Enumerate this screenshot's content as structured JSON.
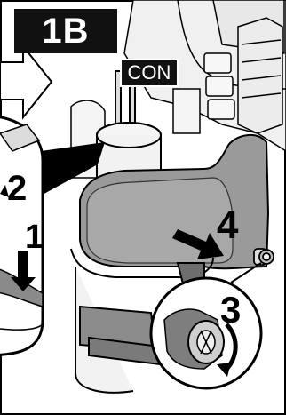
{
  "labels": {
    "step": "1B",
    "connector": "CON",
    "callouts": [
      "1",
      "2",
      "3",
      "4"
    ]
  },
  "colors": {
    "line": "#000000",
    "fill_light": "#f2f2f2",
    "cover_gray": "#9a9a9a",
    "cover_dark": "#6e6e6e",
    "label_bg": "#111111",
    "label_text": "#ffffff"
  }
}
